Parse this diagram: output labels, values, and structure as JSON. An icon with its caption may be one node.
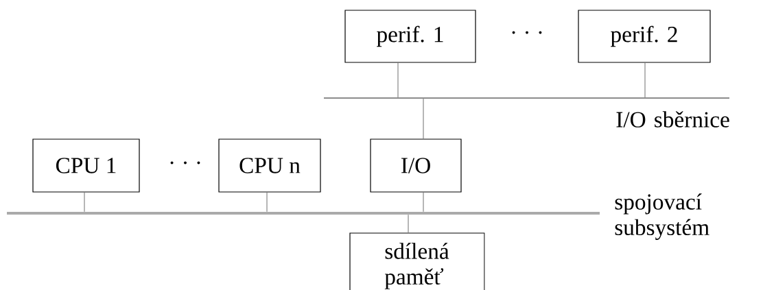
{
  "diagram": {
    "nodes": [
      {
        "text": [
          "perif. 1"
        ]
      },
      {
        "text": [
          "perif. 2"
        ]
      },
      {
        "text": [],
        "shape": "bar",
        "beside": [
          "I/O sběrnice"
        ]
      },
      {
        "text": [
          "CPU 1"
        ]
      },
      {
        "text": [
          "CPU n"
        ]
      },
      {
        "text": [
          "I/O"
        ]
      },
      {
        "text": [],
        "shape": "bar",
        "beside": [
          "spojovací subsystém"
        ]
      },
      {
        "text": [
          "sdílená paměť"
        ]
      }
    ],
    "edges": [
      {
        "from": 0,
        "to": 2,
        "arrow": "none"
      },
      {
        "from": 1,
        "to": 2,
        "arrow": "none"
      },
      {
        "from": 2,
        "to": 5,
        "arrow": "none"
      },
      {
        "from": 3,
        "to": 6,
        "arrow": "none"
      },
      {
        "from": 4,
        "to": 6,
        "arrow": "none"
      },
      {
        "from": 5,
        "to": 6,
        "arrow": "none"
      },
      {
        "from": 6,
        "to": 7,
        "arrow": "none"
      }
    ],
    "labels": [
      "· · ·",
      "· · ·"
    ]
  }
}
